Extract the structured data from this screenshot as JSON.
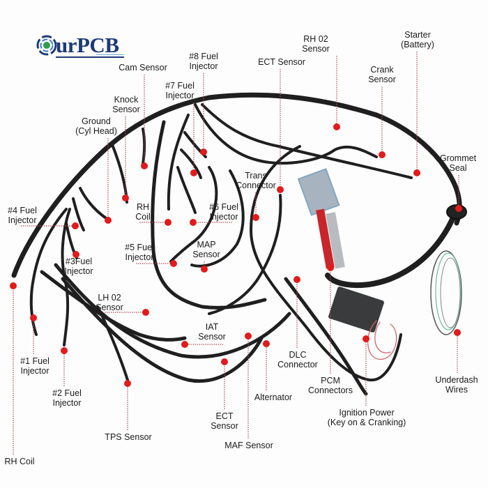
{
  "logo": {
    "text": "urPCB",
    "brand_color": "#1d3a78",
    "accent_color": "#2e9e4a"
  },
  "colors": {
    "wire": "#1e1e1e",
    "marker": "#e21b1b",
    "leader": "#b24a55",
    "label": "#1a1a1a"
  },
  "labels": [
    {
      "id": "cam-sensor",
      "text": "Cam Sensor"
    },
    {
      "id": "fuel-injector-8",
      "text": "#8 Fuel\nInjector"
    },
    {
      "id": "fuel-injector-7",
      "text": "#7 Fuel\nInjector"
    },
    {
      "id": "knock-sensor",
      "text": "Knock\nSensor"
    },
    {
      "id": "ground-cyl-head",
      "text": "Ground\n(Cyl Head)"
    },
    {
      "id": "ect-sensor-top",
      "text": "ECT Sensor"
    },
    {
      "id": "rh-o2-sensor",
      "text": "RH 02\nSensor"
    },
    {
      "id": "crank-sensor",
      "text": "Crank\nSensor"
    },
    {
      "id": "starter-battery",
      "text": "Starter\n(Battery)"
    },
    {
      "id": "grommet-seal",
      "text": "Grommet\nSeal"
    },
    {
      "id": "trans-connector",
      "text": "Trans\nConnector"
    },
    {
      "id": "fuel-injector-4",
      "text": "#4 Fuel\nInjector"
    },
    {
      "id": "rh-coil-upper",
      "text": "RH\nCoil"
    },
    {
      "id": "fuel-injector-6",
      "text": "#6 Fuel\nInjector"
    },
    {
      "id": "fuel-injector-5",
      "text": "#5 Fuel\nInjector"
    },
    {
      "id": "map-sensor",
      "text": "MAP\nSensor"
    },
    {
      "id": "fuel-injector-3",
      "text": "#3Fuel\nInjector"
    },
    {
      "id": "lh-o2-sensor",
      "text": "LH 02\nSensor"
    },
    {
      "id": "iat-sensor",
      "text": "IAT\nSensor"
    },
    {
      "id": "fuel-injector-1",
      "text": "#1 Fuel\nInjector"
    },
    {
      "id": "fuel-injector-2",
      "text": "#2 Fuel\nInjector"
    },
    {
      "id": "dlc-connector",
      "text": "DLC\nConnector"
    },
    {
      "id": "pcm-connectors",
      "text": "PCM\nConnectors"
    },
    {
      "id": "underdash-wires",
      "text": "Underdash\nWires"
    },
    {
      "id": "alternator",
      "text": "Alternator"
    },
    {
      "id": "ignition-power",
      "text": "Ignition Power\n(Key on & Cranking)"
    },
    {
      "id": "ect-sensor-bottom",
      "text": "ECT\nSensor"
    },
    {
      "id": "tps-sensor",
      "text": "TPS Sensor"
    },
    {
      "id": "maf-sensor",
      "text": "MAF Sensor"
    },
    {
      "id": "rh-coil-lower",
      "text": "RH Coil"
    }
  ]
}
